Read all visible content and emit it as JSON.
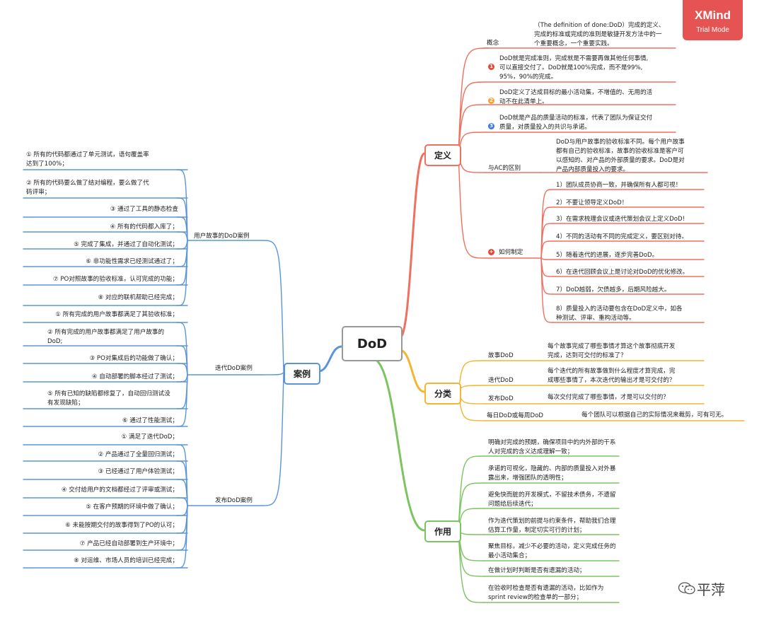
{
  "watermark": {
    "title": "XMind",
    "subtitle": "Trial Mode"
  },
  "root": {
    "label": "DoD"
  },
  "colors": {
    "definition": "#f07060",
    "classification": "#f2b630",
    "purpose": "#7cc462",
    "cases": "#5b95d9",
    "root_border": "#999999"
  },
  "definition": {
    "label": "定义",
    "concept": {
      "label": "概念",
      "lines": [
        "（The definition of done:DoD）完成的定义、",
        "完成的标准或完成的准则是敏捷开发方法中的一",
        "个重要概念，一个重要实践。"
      ]
    },
    "points": [
      {
        "marker": "1",
        "marker_color": "#e04a3a",
        "lines": [
          "DoD就是完成准则，完成就是不需要再做其他任何事情,",
          "可以直接交付了。DoD就是100%完成，而不是99%,",
          "95%，90%的完成。"
        ]
      },
      {
        "marker": "2",
        "marker_color": "#f2a530",
        "lines": [
          "DoD定义了达成目标的最小活动集，不增值的、无用的活",
          "动不在此清单上。"
        ]
      },
      {
        "marker": "3",
        "marker_color": "#3b7ad9",
        "lines": [
          "DoD就是产品的质量活动的标准，代表了团队为保证交付",
          "质量，对质量投入的共识与承诺。"
        ]
      }
    ],
    "ac_diff": {
      "label": "与AC的区别",
      "lines": [
        "DoD与用户故事的验收标准不同。每个用户故事",
        "都有自己的验收标准，故事的验收标准是客户可",
        "以感知的、对产品的外部质量的要求。DoD是对",
        "产品内部质量投入的要求。"
      ]
    },
    "how": {
      "label": "如何制定",
      "marker": "+",
      "marker_color": "#e04a3a",
      "items": [
        [
          "1）团队成员协商一致，并确保所有人都可视！"
        ],
        [
          "2）不要让领导定义DoD！"
        ],
        [
          "3）在需求梳理会议或迭代策划会议上定义DoD!"
        ],
        [
          "4）不同的活动有不同的完成定义，要区别对待。"
        ],
        [
          "5）随着迭代的进展，逐步完善DoD。"
        ],
        [
          "6）在迭代回顾会议上是讨论对DoD的优化修改。"
        ],
        [
          "7）DoD越弱，欠债越多，后期风险越大。"
        ],
        [
          "8）质量投入的活动要包含在DoD定义中，如各",
          "种测试、评审、重构活动等。"
        ]
      ]
    }
  },
  "classification": {
    "label": "分类",
    "items": [
      {
        "label": "故事DoD",
        "lines": [
          "每个故事完成了哪些事情才算这个故事彻底开发",
          "完成，达到可交付的标准了？"
        ]
      },
      {
        "label": "迭代DoD",
        "lines": [
          "每个迭代的所有故事做到什么程度才算完成，完",
          "成哪些事情了，本次迭代的输出才是可交付的？"
        ]
      },
      {
        "label": "发布DoD",
        "lines": [
          "每次交付完成了哪些事情，才是可以交付的？"
        ]
      },
      {
        "label": "每日DoD或每周DoD",
        "lines": [
          "每个团队可以根据自己的实际情况来裁剪，可有可无。"
        ]
      }
    ]
  },
  "purpose": {
    "label": "作用",
    "items": [
      [
        "明确对完成的预期，确保项目中的内外部的干系",
        "人对完成的含义达成理解一致；"
      ],
      [
        "承诺的可视化，隐藏的、内部的质量投入对外暴",
        "露出来，增强团队的透明性；"
      ],
      [
        "避免快而脏的开发模式，不留技术债务，不遗留",
        "问题给后续迭代；"
      ],
      [
        "作为迭代策划的前提与约束条件，帮助我们合理",
        "估算工作量，制定切实可行的计划；"
      ],
      [
        "聚焦目标，减少不必要的活动，定义完成任务的",
        "最小活动集合；"
      ],
      [
        "在做计划时判断是否有遗漏的活动；"
      ],
      [
        "在验收时检查是否有遗漏的活动，比如作为",
        "sprint review的检查单的一部分；"
      ]
    ]
  },
  "cases": {
    "label": "案例",
    "groups": [
      {
        "label": "用户故事的DoD案例",
        "items": [
          [
            "① 所有的代码都通过了单元测试，语句覆盖率",
            "达到了100%；"
          ],
          [
            "② 所有的代码要么做了结对编程，要么做了代",
            "码评审；"
          ],
          [
            "③ 通过了工具的静态检查"
          ],
          [
            "④ 所有的代码都入库了；"
          ],
          [
            "⑤ 完成了集成，并通过了自动化测试；"
          ],
          [
            "⑥ 非功能性需求已经测试通过了；"
          ],
          [
            "⑦ PO对照故事的验收标准，认可完成的功能；"
          ],
          [
            "⑧ 对应的联机帮助已经完成；"
          ]
        ]
      },
      {
        "label": "迭代DoD案例",
        "items": [
          [
            "① 所有完成的用户故事都满足了其验收标准；"
          ],
          [
            "② 所有完成的用户故事都满足了用户故事的",
            "DoD;"
          ],
          [
            "③ PO对集成后的功能做了确认；"
          ],
          [
            "④ 自动部署的脚本经过了测试；"
          ],
          [
            "⑤ 所有已知的缺陷都修复了，自动回归测试没",
            "有发现缺陷；"
          ],
          [
            "⑥ 通过了性能测试；"
          ]
        ]
      },
      {
        "label": "发布DoD案例",
        "items": [
          [
            "① 满足了迭代DoD；"
          ],
          [
            "② 产品通过了全量回归测试；"
          ],
          [
            "③ 已经通过了用户体验测试；"
          ],
          [
            "④ 交付给用户的文档都经过了评审或测试；"
          ],
          [
            "⑤ 在客户预期的环境中做了确认；"
          ],
          [
            "⑥ 未能按期交付的故事得到了PO的认可；"
          ],
          [
            "⑦ 产品已经自动部署到生产环境中；"
          ],
          [
            "⑧ 对运维、市场人员的培训已经完成；"
          ]
        ]
      }
    ]
  },
  "footer": {
    "wechat_name": "平萍",
    "wechat_icon": "wechat-icon"
  }
}
